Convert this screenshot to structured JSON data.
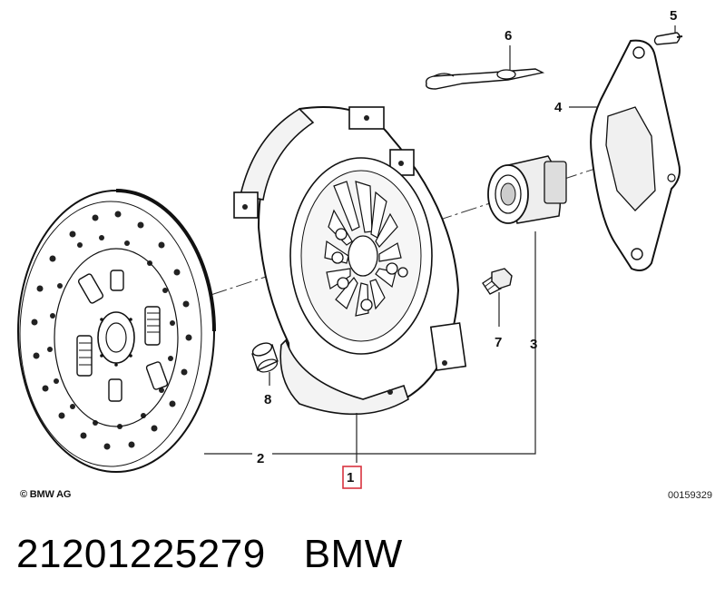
{
  "diagram": {
    "callouts": {
      "p1": "1",
      "p2": "2",
      "p3": "3",
      "p4": "4",
      "p5": "5",
      "p6": "6",
      "p7": "7",
      "p8": "8"
    },
    "highlight_color": "#d9333f",
    "copyright": "© BMW AG",
    "drawing_number": "00159329"
  },
  "footer": {
    "part_number": "21201225279",
    "brand": "BMW"
  }
}
